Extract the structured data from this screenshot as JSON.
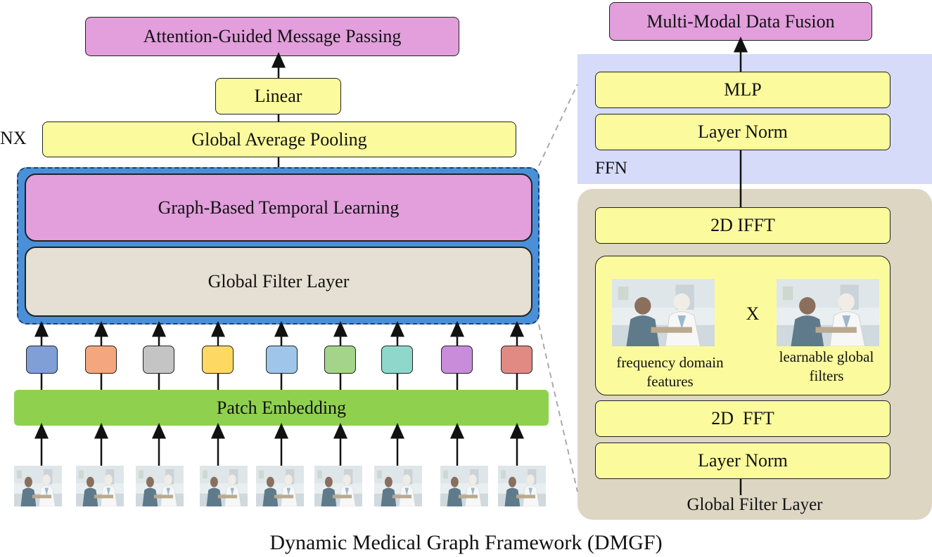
{
  "left": {
    "top_box": "Attention-Guided Message Passing",
    "linear": "Linear",
    "pooling": "Global Average Pooling",
    "nx": "NX",
    "graph_block": "Graph-Based Temporal Learning",
    "filter_block": "Global Filter Layer",
    "patch_embedding": "Patch Embedding",
    "token_colors": [
      "#7f9fd6",
      "#f4a77e",
      "#c4c4c4",
      "#fdd862",
      "#9fc5ea",
      "#a3d48a",
      "#8fd7cb",
      "#c98cdb",
      "#e18a83"
    ]
  },
  "right": {
    "top_box": "Multi-Modal Data Fusion",
    "mlp": "MLP",
    "layer_norm_top": "Layer Norm",
    "ffn_label": "FFN",
    "ifft": "2D IFFT",
    "multiply": "X",
    "freq_caption": [
      "frequency domain",
      "features"
    ],
    "filters_caption": [
      "learnable global",
      "filters"
    ],
    "fft": "2D  FFT",
    "layer_norm_bottom": "Layer Norm",
    "panel_label": "Global Filter Layer"
  },
  "caption": "Dynamic Medical Graph Framework (DMGF)",
  "colors": {
    "yellow": "#fbfb9d",
    "pink": "#e29fdc",
    "beige": "#e5e0d3",
    "blue_frame": "#4a90d9",
    "green": "#8fd14f",
    "ffn_panel": "#d6dbfa",
    "filter_panel": "#dcd6c3"
  }
}
